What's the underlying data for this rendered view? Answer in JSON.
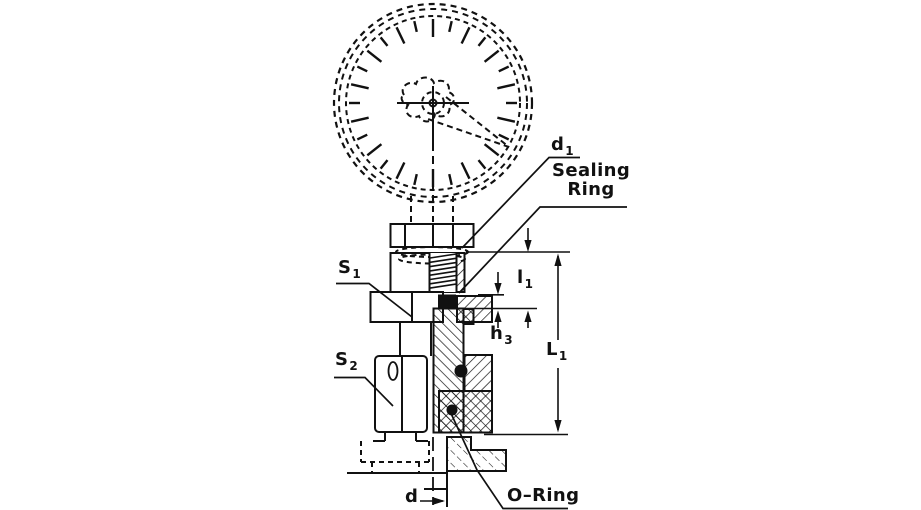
{
  "colors": {
    "ink": "#111111",
    "paper": "#ffffff"
  },
  "labels": {
    "d1": {
      "base": "d",
      "sub": "1"
    },
    "sealing_ring_line1": "Sealing",
    "sealing_ring_line2": "Ring",
    "s1": {
      "base": "S",
      "sub": "1"
    },
    "s2": {
      "base": "S",
      "sub": "2"
    },
    "l1": {
      "base": "l",
      "sub": "1"
    },
    "h3": {
      "base": "h",
      "sub": "3"
    },
    "L1": {
      "base": "L",
      "sub": "1"
    },
    "o_ring": "O–Ring",
    "d": "d"
  }
}
